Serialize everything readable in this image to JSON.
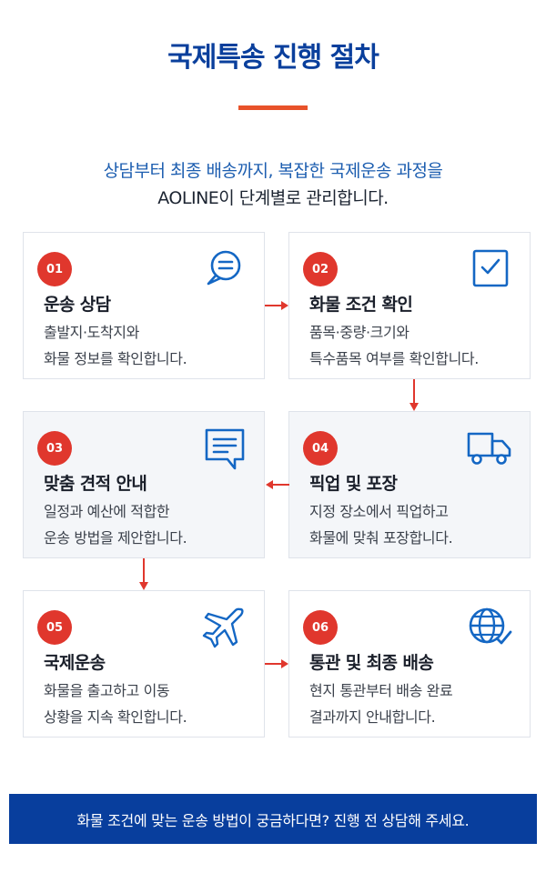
{
  "header": {
    "title": "국제특송 진행 절차",
    "subtitle_line1": "상담부터 최종 배송까지, 복잡한 국제운송 과정을",
    "subtitle_line2": "AOLINE이 단계별로 관리합니다."
  },
  "steps": [
    {
      "number": "01",
      "title": "운송 상담",
      "desc": [
        "출발지·도착지와",
        "화물 정보를 확인합니다."
      ],
      "icon": "chat-bubble-icon"
    },
    {
      "number": "02",
      "title": "화물 조건 확인",
      "desc": [
        "품목·중량·크기와",
        "특수품목 여부를 확인합니다."
      ],
      "icon": "checkbox-icon"
    },
    {
      "number": "03",
      "title": "맞춤 견적 안내",
      "desc": [
        "일정과 예산에 적합한",
        "운송 방법을 제안합니다."
      ],
      "icon": "message-icon"
    },
    {
      "number": "04",
      "title": "픽업 및 포장",
      "desc": [
        "지정 장소에서 픽업하고",
        "화물에 맞춰 포장합니다."
      ],
      "icon": "truck-icon"
    },
    {
      "number": "05",
      "title": "국제운송",
      "desc": [
        "화물을 출고하고 이동",
        "상황을 지속 확인합니다."
      ],
      "icon": "airplane-icon"
    },
    {
      "number": "06",
      "title": "통관 및 최종 배송",
      "desc": [
        "현지 통관부터 배송 완료",
        "결과까지 안내합니다."
      ],
      "icon": "globe-check-icon"
    }
  ],
  "cta": {
    "text": "화물 조건에 맞는 운송 방법이 궁금하다면? 진행 전 상담해 주세요."
  },
  "colors": {
    "primary": "#0a3f9c",
    "accent": "#e0372d",
    "arrow": "#e0372d"
  }
}
